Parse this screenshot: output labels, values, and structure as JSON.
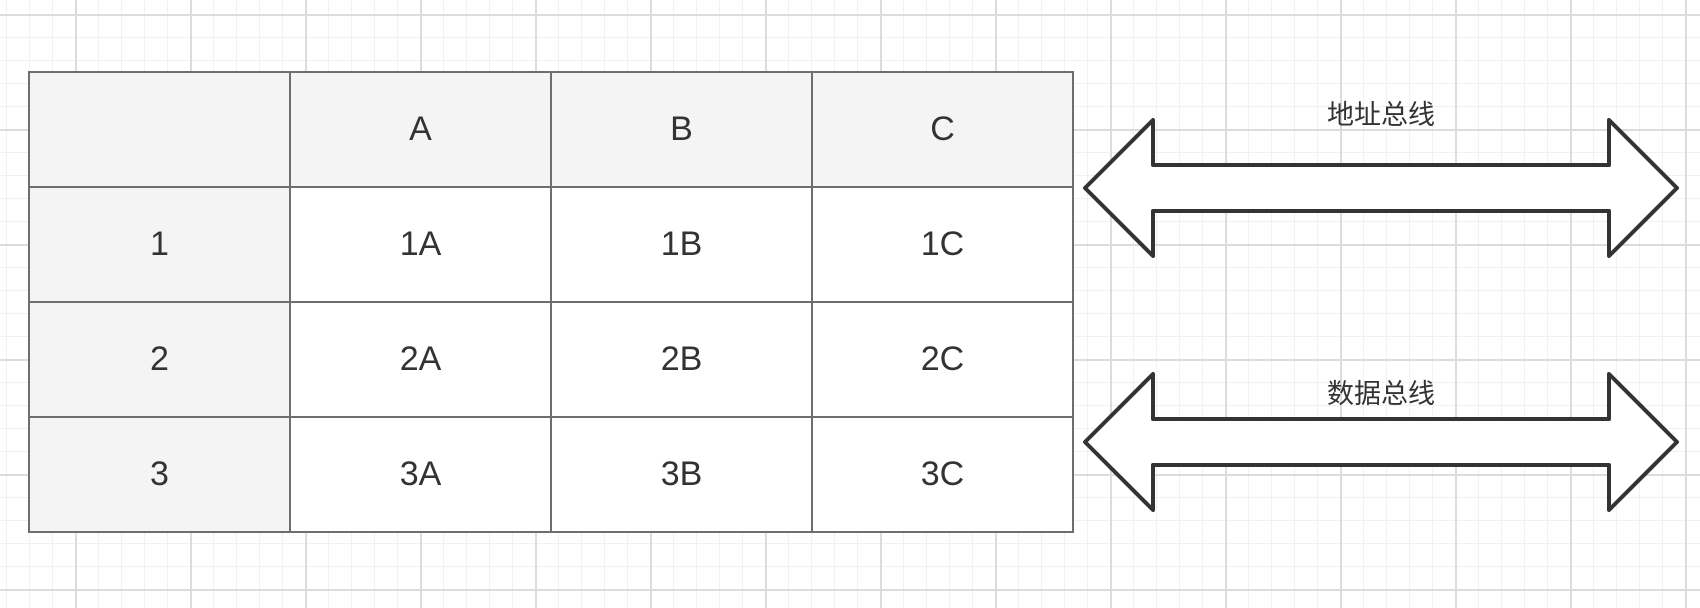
{
  "table": {
    "column_headers": [
      "",
      "A",
      "B",
      "C"
    ],
    "rows": [
      {
        "header": "1",
        "cells": [
          "1A",
          "1B",
          "1C"
        ]
      },
      {
        "header": "2",
        "cells": [
          "2A",
          "2B",
          "2C"
        ]
      },
      {
        "header": "3",
        "cells": [
          "3A",
          "3B",
          "3C"
        ]
      }
    ]
  },
  "buses": {
    "address_label": "地址总线",
    "data_label": "数据总线"
  },
  "colors": {
    "header_fill": "#f4f4f4",
    "cell_fill": "#ffffff",
    "border": "#6e6e6e",
    "arrow_stroke": "#333333",
    "text": "#333333"
  }
}
